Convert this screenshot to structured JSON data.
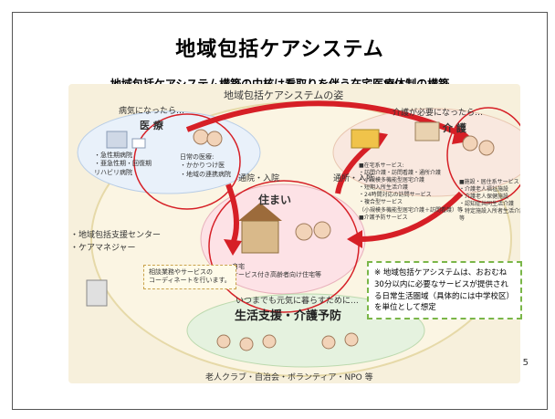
{
  "slide": {
    "title": "地域包括ケアシステム",
    "subtitle": "地域包括ケアシステム構築の中核は看取りを伴う在宅医療体制の構築",
    "page_number": "5"
  },
  "diagram": {
    "heading": "地域包括ケアシステムの姿",
    "medical": {
      "trigger": "病気になったら…",
      "title": "医 療",
      "items": [
        "・急性期病院",
        "・亜急性期・回復期",
        "リハビリ病院"
      ],
      "clinic": [
        "日常の医療:",
        "・かかりつけ医",
        "・地域の連携病院"
      ]
    },
    "care": {
      "trigger": "介護が必要になったら…",
      "title": "介 護",
      "home_services": [
        "■在宅系サービス:",
        "・訪問介護・訪問看護・通所介護",
        "・小規模多機能型居宅介護",
        "・短期入所生活介護",
        "・24時間対応の訪問サービス",
        "・複合型サービス",
        "（小規模多機能型居宅介護＋訪問看護）等",
        "■介護予防サービス"
      ],
      "facility_services": [
        "■施設・居住系サービス",
        "・介護老人福祉施設",
        "・介護老人保健施設",
        "・認知症共同生活介護",
        "・特定施設入所者生活介護",
        "等"
      ]
    },
    "home": {
      "label": "住まい",
      "items": [
        "・自宅",
        "・サービス付き高齢者向け住宅等"
      ],
      "commute_left": "通院・入院",
      "commute_right": "通所・入所"
    },
    "support_center": {
      "items": [
        "・地域包括支援センター",
        "・ケアマネジャー"
      ],
      "note": [
        "相談業務やサービスの",
        "コーディネートを行います。"
      ]
    },
    "living": {
      "tagline": "いつまでも元気に暮らすために…",
      "title": "生活支援・介護予防"
    },
    "footer": "老人クラブ・自治会・ボランティア・NPO 等",
    "note_box": "※ 地域包括ケアシステムは、おおむね30分以内に必要なサービスが提供される日常生活圏域（具体的には中学校区）を単位として想定"
  }
}
